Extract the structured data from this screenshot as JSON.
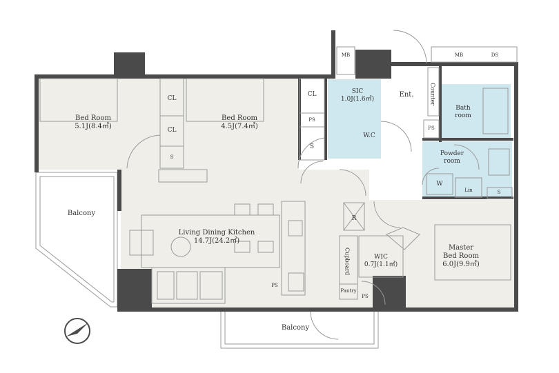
{
  "rooms": {
    "bed1": {
      "name": "Bed Room",
      "size": "5.1J(8.4㎡)"
    },
    "bed2": {
      "name": "Bed Room",
      "size": "4.5J(7.4㎡)"
    },
    "ldk": {
      "name": "Living Dining  Kitchen",
      "size": "14.7J(24.2㎡)"
    },
    "master": {
      "name": "Master",
      "name2": "Bed Room",
      "size": "6.0J(9.9㎡)"
    },
    "sic": {
      "name": "SIC",
      "size": "1.0J(1.6㎡)"
    },
    "wic": {
      "name": "WIC",
      "size": "0.7J(1.1㎡)"
    },
    "bath": {
      "name": "Bath",
      "name2": "room"
    },
    "powder": {
      "name": "Powder",
      "name2": "room"
    },
    "wc": "W.C",
    "ent": "Ent.",
    "balcony_left": "Balcony",
    "balcony_bottom": "Balcony"
  },
  "labels": {
    "cl": "CL",
    "s": "S",
    "ps": "PS",
    "mb": "MB",
    "ds": "DS",
    "counter": "Counter",
    "cupboard": "Cupboard",
    "pantry": "Pantry",
    "lin": "Lin",
    "w": "W",
    "r": "R"
  },
  "colors": {
    "floor": "#efeee9",
    "wet": "#cfe7ef",
    "wall": "#4a4a4a",
    "line": "#999999"
  },
  "compass": "north-arrow"
}
